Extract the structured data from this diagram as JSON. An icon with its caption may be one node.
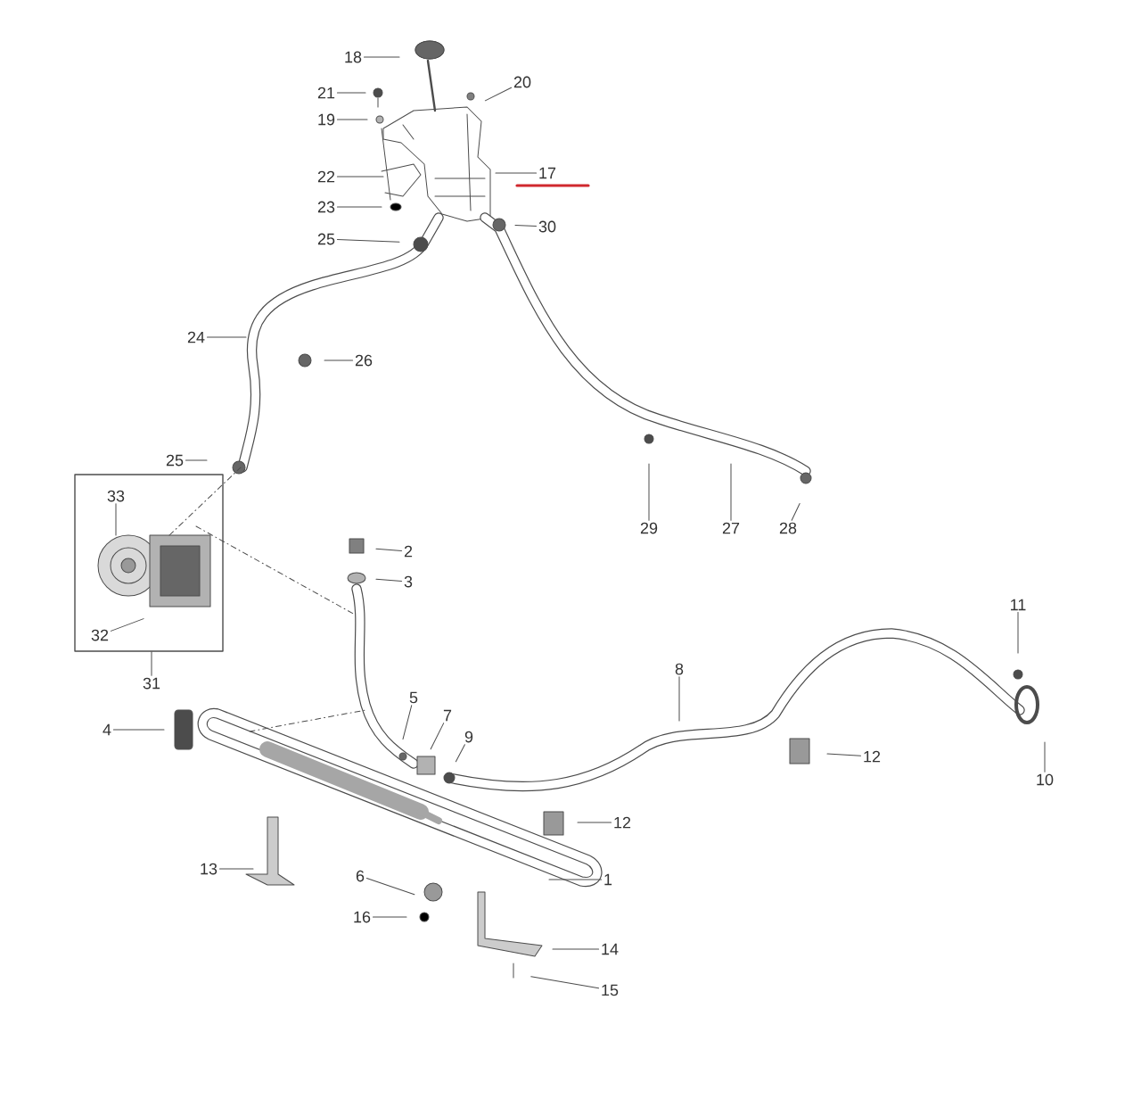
{
  "diagram": {
    "nodes": [
      {
        "text": [
          "18"
        ]
      },
      {
        "text": [
          "20"
        ]
      },
      {
        "text": [
          "21"
        ]
      },
      {
        "text": [
          "19"
        ]
      },
      {
        "text": [
          "22"
        ]
      },
      {
        "text": [
          "17"
        ]
      },
      {
        "text": [
          "23"
        ]
      },
      {
        "text": [
          "25"
        ]
      },
      {
        "text": [
          "30"
        ]
      },
      {
        "text": [
          "24"
        ]
      },
      {
        "text": [
          "26"
        ]
      },
      {
        "text": [
          "25"
        ]
      },
      {
        "text": [],
        "shape": "box"
      },
      {
        "text": [
          "33"
        ],
        "in": 12
      },
      {
        "text": [
          "29"
        ]
      },
      {
        "text": [
          "27"
        ]
      },
      {
        "text": [
          "28"
        ]
      },
      {
        "text": [
          "2"
        ]
      },
      {
        "text": [
          "3"
        ]
      },
      {
        "text": [
          "11"
        ]
      },
      {
        "text": [
          "32"
        ],
        "in": 12
      },
      {
        "text": [
          "31"
        ]
      },
      {
        "text": [
          "8"
        ]
      },
      {
        "text": [
          "5"
        ]
      },
      {
        "text": [
          "7"
        ]
      },
      {
        "text": [
          "9"
        ]
      },
      {
        "text": [
          "4"
        ]
      },
      {
        "text": [
          "10"
        ]
      },
      {
        "text": [
          "12"
        ]
      },
      {
        "text": [
          "12"
        ]
      },
      {
        "text": [
          "13"
        ]
      },
      {
        "text": [
          "1"
        ]
      },
      {
        "text": [
          "6"
        ]
      },
      {
        "text": [
          "16"
        ]
      },
      {
        "text": [
          "14"
        ]
      },
      {
        "text": [
          "15"
        ]
      }
    ],
    "edges": [
      {
        "from": 0,
        "to": null,
        "arrow": "none"
      },
      {
        "from": 1,
        "to": null,
        "arrow": "none"
      },
      {
        "from": 2,
        "to": null,
        "arrow": "none"
      },
      {
        "from": 3,
        "to": null,
        "arrow": "none"
      },
      {
        "from": 4,
        "to": null,
        "arrow": "none"
      },
      {
        "from": 5,
        "to": null,
        "arrow": "none"
      },
      {
        "from": 6,
        "to": null,
        "arrow": "none"
      },
      {
        "from": 7,
        "to": null,
        "arrow": "none"
      },
      {
        "from": 8,
        "to": null,
        "arrow": "none"
      },
      {
        "from": 9,
        "to": null,
        "arrow": "none"
      },
      {
        "from": 10,
        "to": null,
        "arrow": "none"
      },
      {
        "from": 11,
        "to": null,
        "arrow": "none"
      },
      {
        "from": 13,
        "to": null,
        "arrow": "none"
      },
      {
        "from": 14,
        "to": null,
        "arrow": "none"
      },
      {
        "from": 15,
        "to": null,
        "arrow": "none"
      },
      {
        "from": 16,
        "to": null,
        "arrow": "none"
      },
      {
        "from": 17,
        "to": null,
        "arrow": "none"
      },
      {
        "from": 18,
        "to": null,
        "arrow": "none"
      },
      {
        "from": 19,
        "to": null,
        "arrow": "none"
      },
      {
        "from": 20,
        "to": null,
        "arrow": "none"
      },
      {
        "from": 21,
        "to": 12,
        "arrow": "none"
      },
      {
        "from": 22,
        "to": null,
        "arrow": "none"
      },
      {
        "from": 23,
        "to": null,
        "arrow": "none"
      },
      {
        "from": 24,
        "to": null,
        "arrow": "none"
      },
      {
        "from": 25,
        "to": null,
        "arrow": "none"
      },
      {
        "from": 26,
        "to": null,
        "arrow": "none"
      },
      {
        "from": 27,
        "to": null,
        "arrow": "none"
      },
      {
        "from": 28,
        "to": null,
        "arrow": "none"
      },
      {
        "from": 29,
        "to": null,
        "arrow": "none"
      },
      {
        "from": 30,
        "to": null,
        "arrow": "none"
      },
      {
        "from": 31,
        "to": null,
        "arrow": "none"
      },
      {
        "from": 32,
        "to": null,
        "arrow": "none"
      },
      {
        "from": 33,
        "to": null,
        "arrow": "none"
      },
      {
        "from": 34,
        "to": null,
        "arrow": "none"
      },
      {
        "from": 35,
        "to": null,
        "arrow": "none"
      }
    ]
  }
}
